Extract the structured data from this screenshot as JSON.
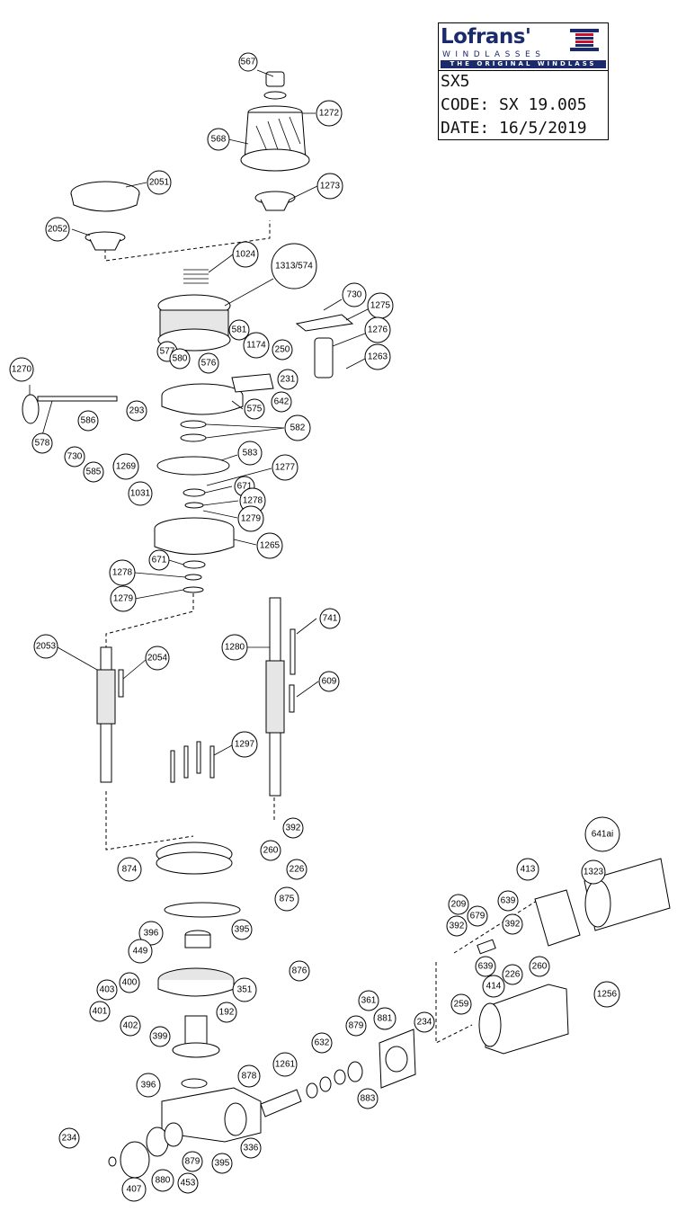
{
  "title_block": {
    "brand": "Lofrans'",
    "brand_sub": "WINDLASSES",
    "tagline": "THE ORIGINAL WINDLASS",
    "model": "SX5",
    "code": "CODE: SX 19.005",
    "date": "DATE: 16/5/2019",
    "colors": {
      "brand_blue": "#1a2a6c",
      "brand_red": "#c8102e"
    }
  },
  "callouts": [
    {
      "label": "567"
    },
    {
      "label": "1272"
    },
    {
      "label": "568"
    },
    {
      "label": "2051"
    },
    {
      "label": "1273"
    },
    {
      "label": "2052"
    },
    {
      "label": "1024"
    },
    {
      "label": "1313/574"
    },
    {
      "label": "730"
    },
    {
      "label": "1275"
    },
    {
      "label": "581"
    },
    {
      "label": "1276"
    },
    {
      "label": "577"
    },
    {
      "label": "1174"
    },
    {
      "label": "250"
    },
    {
      "label": "580"
    },
    {
      "label": "576"
    },
    {
      "label": "1263"
    },
    {
      "label": "1270"
    },
    {
      "label": "231"
    },
    {
      "label": "642"
    },
    {
      "label": "575"
    },
    {
      "label": "293"
    },
    {
      "label": "582"
    },
    {
      "label": "586"
    },
    {
      "label": "578"
    },
    {
      "label": "730"
    },
    {
      "label": "585"
    },
    {
      "label": "1269"
    },
    {
      "label": "583"
    },
    {
      "label": "1277"
    },
    {
      "label": "1031"
    },
    {
      "label": "671"
    },
    {
      "label": "1278"
    },
    {
      "label": "1279"
    },
    {
      "label": "1265"
    },
    {
      "label": "671"
    },
    {
      "label": "1278"
    },
    {
      "label": "1279"
    },
    {
      "label": "741"
    },
    {
      "label": "2053"
    },
    {
      "label": "1280"
    },
    {
      "label": "2054"
    },
    {
      "label": "609"
    },
    {
      "label": "1297"
    },
    {
      "label": "392"
    },
    {
      "label": "260"
    },
    {
      "label": "874"
    },
    {
      "label": "226"
    },
    {
      "label": "641ai"
    },
    {
      "label": "875"
    },
    {
      "label": "413"
    },
    {
      "label": "1323"
    },
    {
      "label": "392"
    },
    {
      "label": "209"
    },
    {
      "label": "639"
    },
    {
      "label": "396"
    },
    {
      "label": "395"
    },
    {
      "label": "679"
    },
    {
      "label": "392"
    },
    {
      "label": "449"
    },
    {
      "label": "639"
    },
    {
      "label": "876"
    },
    {
      "label": "226"
    },
    {
      "label": "260"
    },
    {
      "label": "400"
    },
    {
      "label": "403"
    },
    {
      "label": "351"
    },
    {
      "label": "414"
    },
    {
      "label": "1256"
    },
    {
      "label": "361"
    },
    {
      "label": "259"
    },
    {
      "label": "401"
    },
    {
      "label": "402"
    },
    {
      "label": "192"
    },
    {
      "label": "399"
    },
    {
      "label": "879"
    },
    {
      "label": "881"
    },
    {
      "label": "234"
    },
    {
      "label": "632"
    },
    {
      "label": "1261"
    },
    {
      "label": "883"
    },
    {
      "label": "396"
    },
    {
      "label": "878"
    },
    {
      "label": "336"
    },
    {
      "label": "234"
    },
    {
      "label": "879"
    },
    {
      "label": "395"
    },
    {
      "label": "880"
    },
    {
      "label": "453"
    },
    {
      "label": "407"
    }
  ]
}
